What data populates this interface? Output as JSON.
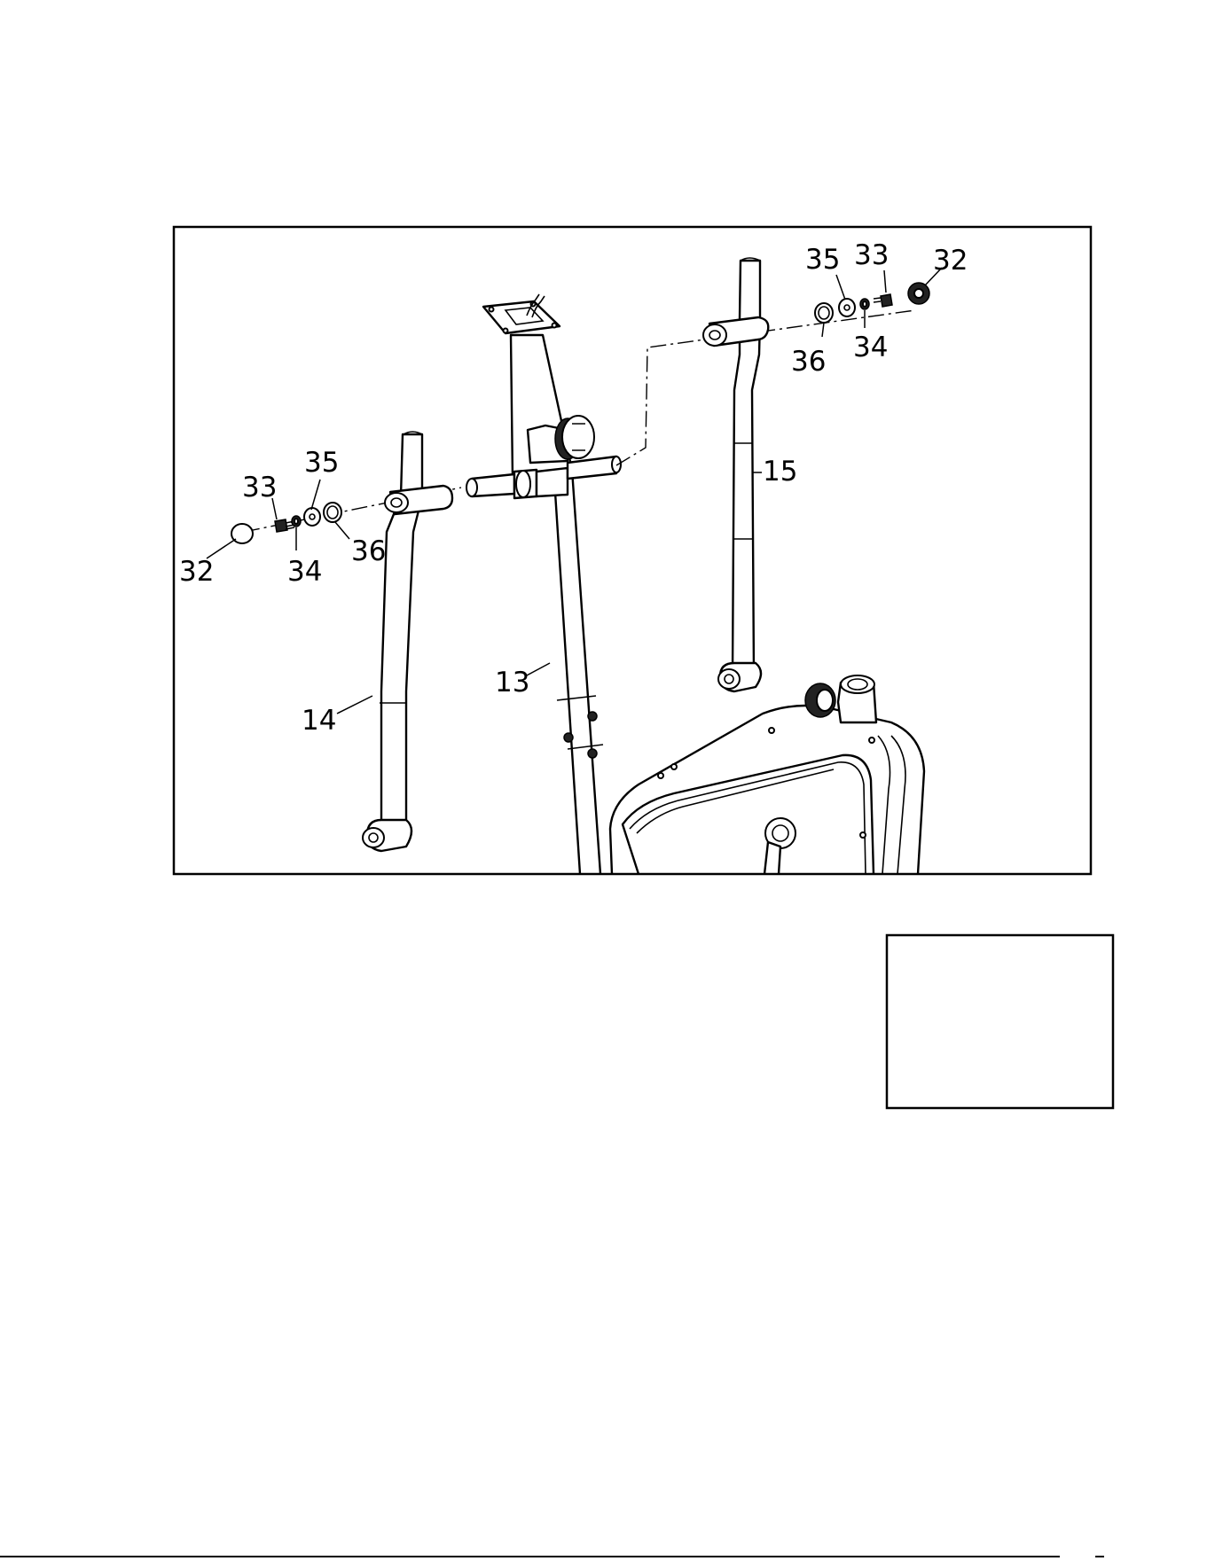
{
  "diagram": {
    "labels": {
      "l32_right": "32",
      "l33_right": "33",
      "l35_right": "35",
      "l36_right": "36",
      "l34_right": "34",
      "l15": "15",
      "l35_left": "35",
      "l33_left": "33",
      "l36_left": "36",
      "l32_left": "32",
      "l34_left": "34",
      "l13": "13",
      "l14": "14"
    }
  }
}
